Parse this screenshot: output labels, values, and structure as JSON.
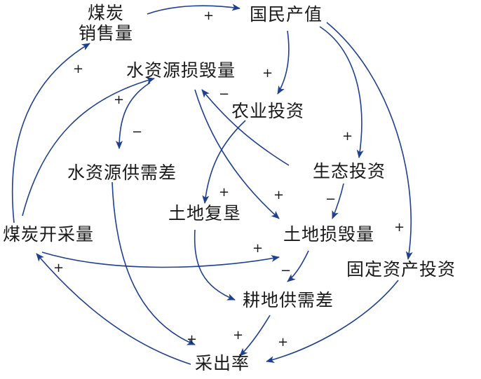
{
  "nodes": {
    "coal_sales_line1": "煤炭",
    "coal_sales_line2": "销售量",
    "gdp": "国民产值",
    "water_damage": "水资源损毁量",
    "agri_invest": "农业投资",
    "water_gap": "水资源供需差",
    "eco_invest": "生态投资",
    "land_reclaim": "土地复垦",
    "coal_output": "煤炭开采量",
    "land_damage": "土地损毁量",
    "fixed_invest": "固定资产投资",
    "farmland_gap": "耕地供需差",
    "recovery_rate": "采出率"
  },
  "signs": {
    "s1": "+",
    "s2": "+",
    "s3": "+",
    "s4": "−",
    "s5": "+",
    "s6": "−",
    "s7": "+",
    "s8": "+",
    "s9": "+",
    "s10": "+",
    "s11": "−",
    "s12": "+",
    "s13": "−",
    "s14": "+",
    "s15": "+",
    "s16": "+",
    "s17": "+"
  },
  "colors": {
    "arrow": "#1f3f8f",
    "text": "#1a1a1a"
  }
}
